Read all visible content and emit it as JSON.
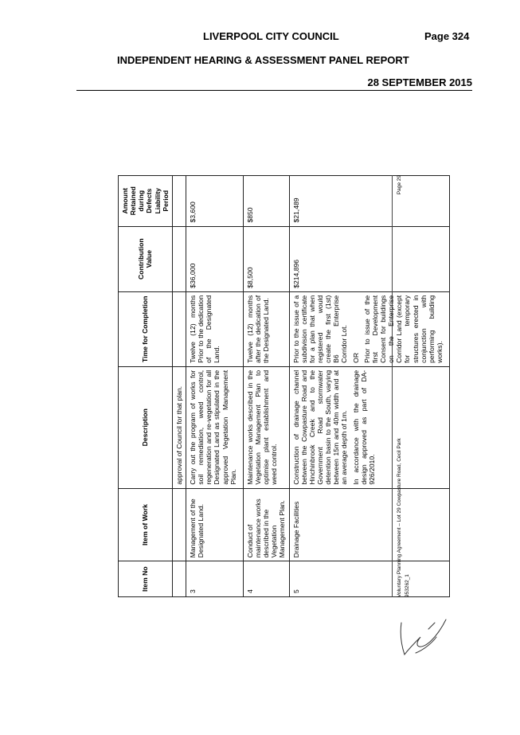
{
  "header": {
    "council": "LIVERPOOL CITY COUNCIL",
    "page": "Page 324",
    "report": "INDEPENDENT HEARING & ASSESSMENT PANEL REPORT",
    "date": "28 SEPTEMBER 2015"
  },
  "table": {
    "columns": [
      "Item No",
      "Item of Work",
      "Description",
      "Time for Completion",
      "Contribution Value",
      "Amount Retained during Defects Liability Period"
    ],
    "continuation": "approval of Council for that plan.",
    "rows": [
      {
        "no": "3",
        "item": "Management of the Designated Land.",
        "description": [
          "Carry out the program of works for soil remediation, weed control, regeneration and re-vegetation for all Designated Land as stipulated in the approved Vegetation Management Plan."
        ],
        "time": [
          "Twelve (12) months Prior to the dedication of the Designated Land."
        ],
        "contribution": "$36,000",
        "amount": "$3,600"
      },
      {
        "no": "4",
        "item": "Conduct of maintenance works described in the Vegetation Management Plan.",
        "description": [
          "Maintenance works described in the Vegetation Management Plan to optimise plant establishment and weed control."
        ],
        "time": [
          "Twelve (12) months after the dedication of the Designated Land."
        ],
        "contribution": "$8,500",
        "amount": "$850"
      },
      {
        "no": "5",
        "item": "Drainage Facilities",
        "description": [
          "Construction of drainage channel between the Cowpasture Road and Hinchinbrook Creek and to the Government Road stormwater detention basin to the South, varying between 15m and 40m width and at an average depth of 1m.",
          "In accordance with the drainage design approved as part of DA-926/2010."
        ],
        "time": [
          "Prior to the issue of a subdivision certificate for a plan that when registered would create the first (1st) B6 Enterprise Corridor Lot.",
          "OR",
          "Prior to issue of the first Development Consent for buildings on the Enterprise Corridor Land (except for temporary structures erected in conjunction with performing building works)."
        ],
        "contribution": "$214,896",
        "amount": "$21,489"
      }
    ]
  },
  "footer": {
    "agreement": "Voluntary Planning Agreement – Lot 29 Cowpasture Road, Cecil Park",
    "ref": "953262_1",
    "page": "Page 29"
  }
}
